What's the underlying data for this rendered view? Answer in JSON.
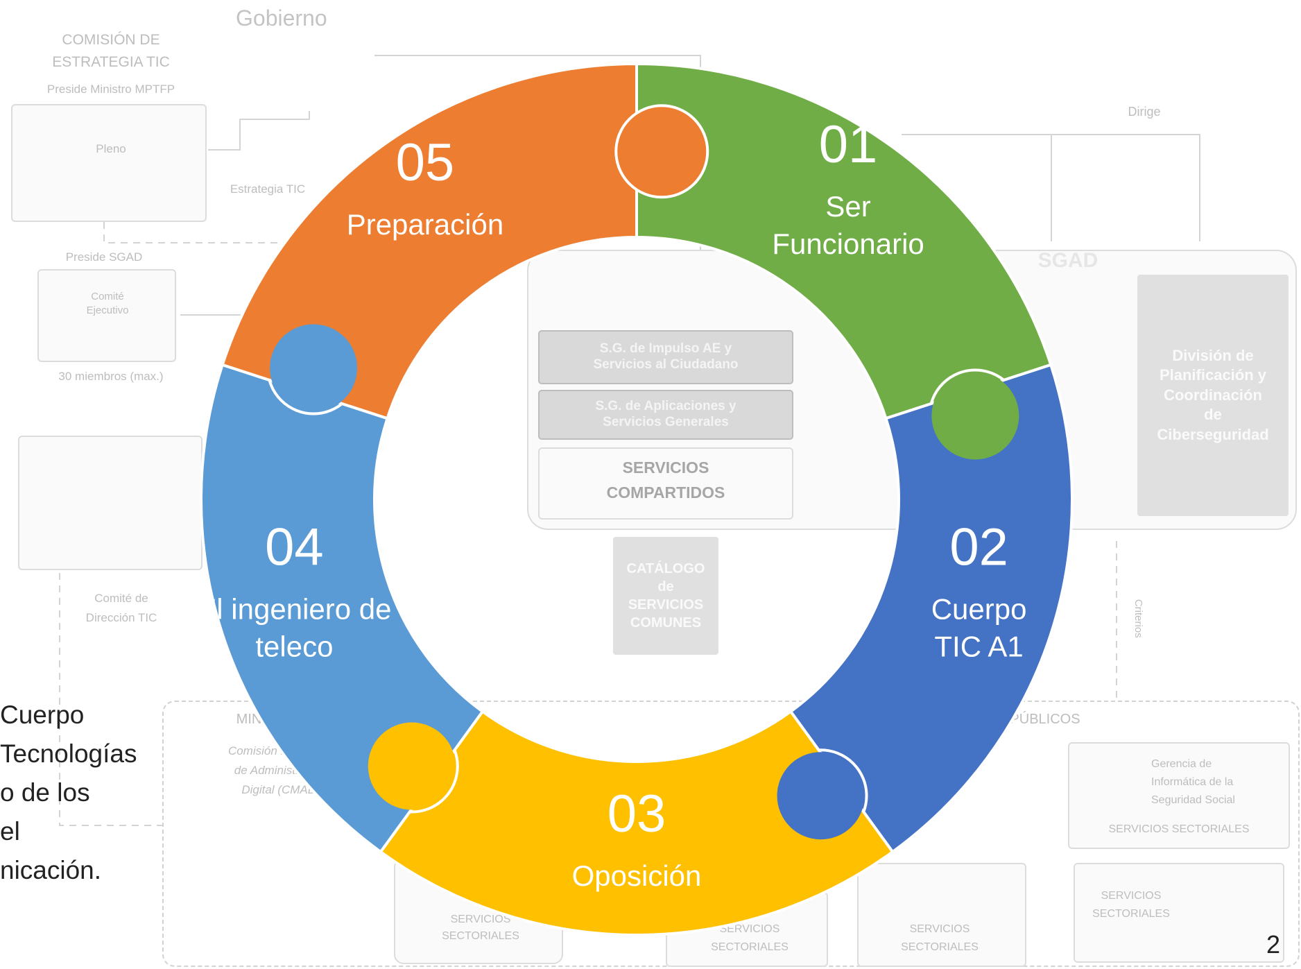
{
  "background": {
    "gobierno": "Gobierno",
    "comision": [
      "COMISIÓN DE",
      "ESTRATEGIA TIC"
    ],
    "preside_ministro": "Preside Ministro MPTFP",
    "pleno": "Pleno",
    "estrategia_tic": "Estrategia TIC",
    "preside_sgad": "Preside SGAD",
    "comite_ejecutivo": [
      "Comité",
      "Ejecutivo"
    ],
    "miembros": "30 miembros (max.)",
    "comite_direccion": [
      "Comité de",
      "Dirección TIC"
    ],
    "dirige": "Dirige",
    "sgad": "SGAD",
    "sg_impulso": [
      "S.G. de Impulso AE y",
      "Servicios al Ciudadano"
    ],
    "sg_aplicaciones": [
      "S.G. de Aplicaciones y",
      "Servicios Generales"
    ],
    "servicios_compartidos": [
      "SERVICIOS",
      "COMPARTIDOS"
    ],
    "division": [
      "División de",
      "Planificación y",
      "Coordinación",
      "de",
      "Ciberseguridad"
    ],
    "catalogo": [
      "CATÁLOGO",
      "de",
      "SERVICIOS",
      "COMUNES"
    ],
    "ministerio": "MINISTERIO",
    "comision_ministerial": [
      "Comisión Ministerial",
      "de Administración",
      "Digital (CMAD)"
    ],
    "publicos": "PÚBLICOS",
    "gerencia": [
      "Gerencia de",
      "Informática de la",
      "Seguridad Social"
    ],
    "servicios_sectoriales": [
      "SERVICIOS",
      "SECTORIALES"
    ],
    "servicios_sectoriales_inline": "SERVICIOS SECTORIALES",
    "criterios": "Criterios"
  },
  "left_text": [
    "Cuerpo",
    "Tecnologías",
    "o de los",
    "el",
    "nicación."
  ],
  "cycle": {
    "pieces": [
      {
        "number": "01",
        "lines": [
          "Ser",
          "Funcionario"
        ],
        "color": "#70AD47"
      },
      {
        "number": "02",
        "lines": [
          "Cuerpo",
          "TIC A1"
        ],
        "color": "#4472C4"
      },
      {
        "number": "03",
        "lines": [
          "Oposición"
        ],
        "color": "#FFC000"
      },
      {
        "number": "04",
        "lines": [
          "El ingeniero de",
          "teleco"
        ],
        "color": "#5B9BD5"
      },
      {
        "number": "05",
        "lines": [
          "Preparación"
        ],
        "color": "#ED7D31"
      }
    ]
  },
  "page_number": "2"
}
